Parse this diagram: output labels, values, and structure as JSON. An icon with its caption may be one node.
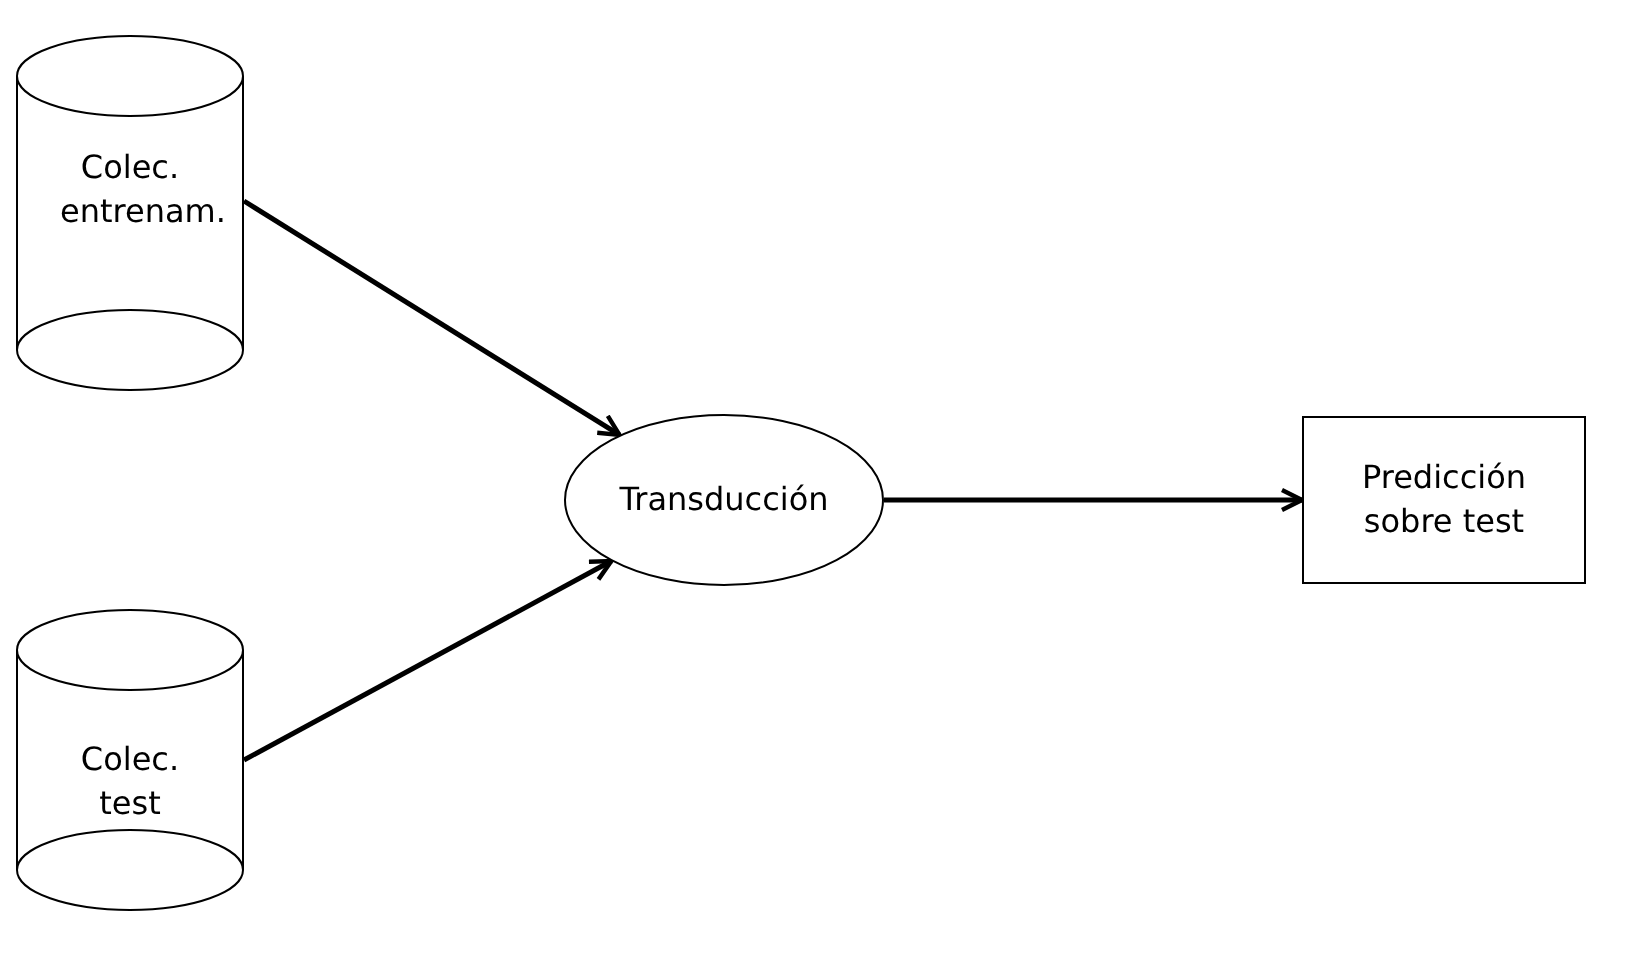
{
  "diagram": {
    "nodes": [
      {
        "text": [
          "Colec. entrenam."
        ]
      },
      {
        "text": [
          "Colec. test"
        ]
      },
      {
        "text": [
          "Transducción"
        ]
      },
      {
        "text": [
          "Predicción sobre test"
        ]
      }
    ],
    "edges": [
      {
        "from": 0,
        "to": 2,
        "arrow": "to"
      },
      {
        "from": 1,
        "to": 2,
        "arrow": "to"
      },
      {
        "from": 2,
        "to": 3,
        "arrow": "to"
      }
    ]
  }
}
